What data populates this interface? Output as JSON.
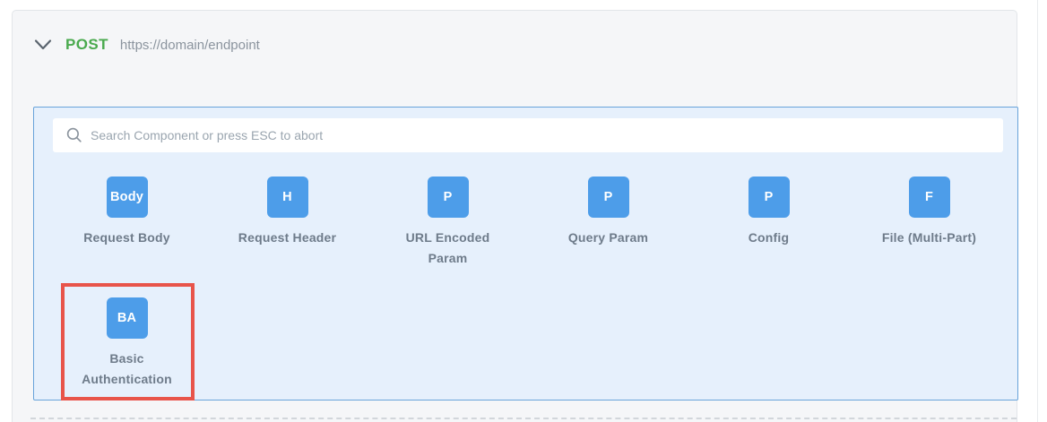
{
  "request": {
    "method": "POST",
    "url": "https://domain/endpoint"
  },
  "search": {
    "placeholder": "Search Component or press ESC to abort"
  },
  "components": [
    {
      "icon": "Body",
      "label": "Request Body"
    },
    {
      "icon": "H",
      "label": "Request Header"
    },
    {
      "icon": "P",
      "label": "URL Encoded\nParam"
    },
    {
      "icon": "P",
      "label": "Query Param"
    },
    {
      "icon": "P",
      "label": "Config"
    },
    {
      "icon": "F",
      "label": "File (Multi-Part)"
    },
    {
      "icon": "BA",
      "label": "Basic\nAuthentication",
      "highlighted": true
    }
  ],
  "colors": {
    "accent_blue": "#4d9de9",
    "method_green": "#4aaa4e",
    "panel_bg": "#e6f0fc",
    "panel_border": "#68a3da",
    "highlight_red": "#e8544a"
  }
}
